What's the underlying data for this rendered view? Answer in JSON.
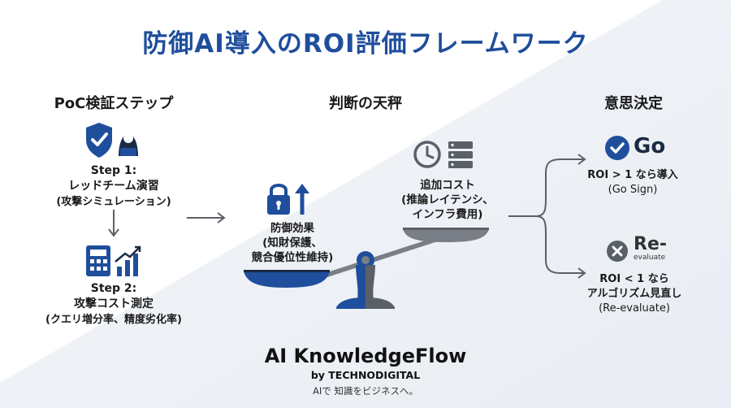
{
  "title": "防御AI導入のROI評価フレームワーク",
  "columns": {
    "left": "PoC検証ステップ",
    "center": "判断の天秤",
    "right": "意思決定"
  },
  "steps": [
    {
      "label": "Step 1:",
      "name": "レッドチーム演習",
      "detail": "(攻撃シミュレーション)",
      "icon": "shield-hacker-icon"
    },
    {
      "label": "Step 2:",
      "name": "攻撃コスト測定",
      "detail": "(クエリ増分率、精度劣化率)",
      "icon": "calculator-chart-icon"
    }
  ],
  "balance": {
    "left_pan": {
      "title": "防御効果",
      "detail1": "(知財保護、",
      "detail2": "競合優位性維持)",
      "icon": "lock-up-arrow-icon"
    },
    "right_pan": {
      "title": "追加コスト",
      "detail1": "(推論レイテンシ、",
      "detail2": "インフラ費用)",
      "icon": "clock-server-icon"
    }
  },
  "decisions": {
    "go": {
      "badge": "Go",
      "condition": "ROI > 1 なら導入",
      "note": "(Go Sign)",
      "icon": "check-circle-icon"
    },
    "reevaluate": {
      "badge": "Re-",
      "badge_sub": "evaluate",
      "line1": "ROI < 1 なら",
      "line2": "アルゴリズム見直し",
      "note": "(Re-evaluate)",
      "icon": "x-circle-icon"
    }
  },
  "brand": {
    "name": "AI KnowledgeFlow",
    "by": "by TECHNODIGITAL",
    "tagline": "AIで 知識をビジネスへ。"
  },
  "colors": {
    "primary": "#1f4e9c",
    "dark": "#1a2a44",
    "gray": "#5a6068",
    "arrow": "#5c5f66"
  }
}
